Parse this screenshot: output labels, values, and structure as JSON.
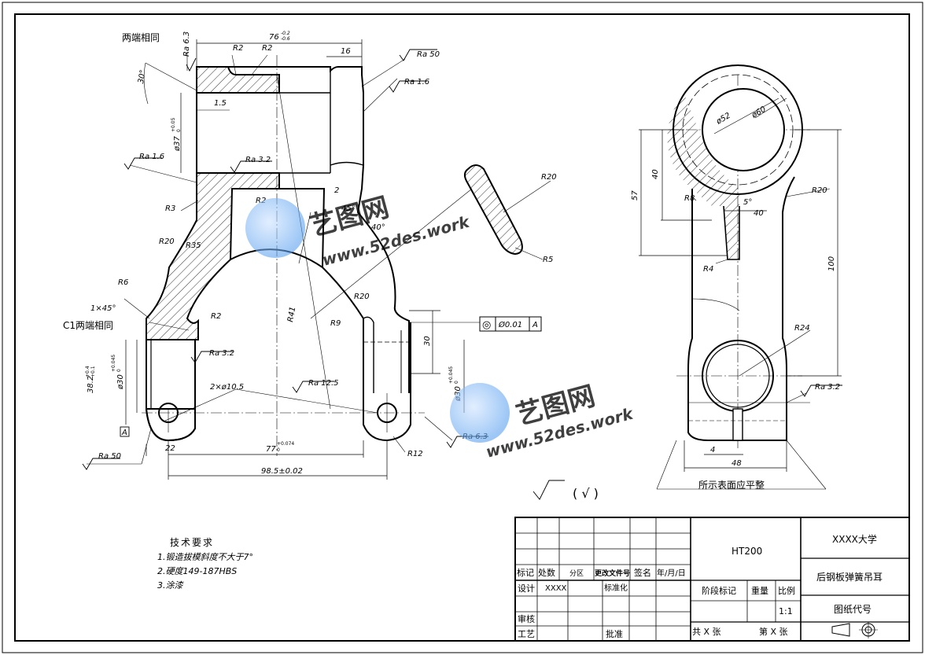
{
  "labels": {
    "both_ends_same": "两端相同",
    "c1_both_ends_same": "C1两端相同",
    "surface_flat": "所示表面应平整"
  },
  "roughness": {
    "ra63_top": "Ra 6.3",
    "ra50_top": "Ra 50",
    "ra16_right": "Ra 1.6",
    "ra16_left": "Ra 1.6",
    "ra32_bore": "Ra 3.2",
    "ra32_lower": "Ra 3.2",
    "ra125": "Ra 12.5",
    "ra63_bottom": "Ra 6.3",
    "ra50_bottom": "Ra 50",
    "ra32_side": "Ra 3.2"
  },
  "dims": {
    "overall_top": "76",
    "overall_top_upper": "-0.2",
    "overall_top_lower": "-0.6",
    "d16": "16",
    "r2_a": "R2",
    "r2_b": "R2",
    "r2_c": "R2",
    "r2_d": "R2",
    "angle30": "30°",
    "d15": "1.5",
    "phi37": "ø37",
    "phi37_tol": "+0.05",
    "phi37_tol0": "0",
    "r3": "R3",
    "d2": "2",
    "a45": "45°",
    "a40": "40°",
    "r20_a": "R20",
    "r35": "R35",
    "r6": "R6",
    "chamfer": "1×45°",
    "r41": "R41",
    "r20_b": "R20",
    "r9": "R9",
    "d30": "30",
    "phi30_left": "ø30",
    "phi30_left_tol": "+0.045",
    "phi30_left_tol0": "0",
    "d38": "38.2",
    "d38_tol": "+0.4",
    "d38_tol0": "+0.1",
    "holes": "2×ø10.5",
    "phi30_right": "ø30",
    "phi30_right_tol": "+0.045",
    "phi30_right_tol0": "0",
    "d22": "22",
    "d77": "77",
    "d77_tol": "+0.074",
    "d77_tol0": "0",
    "r12": "R12",
    "d985": "98.5±0.02",
    "datum_a": "A",
    "r20_sec": "R20",
    "r5": "R5",
    "phi52": "ø52",
    "phi60": "ø60",
    "d57": "57",
    "d40_v": "40",
    "r8": "R8",
    "a5": "5°",
    "d40_h": "40",
    "r20_side": "R20",
    "r4": "R4",
    "d100": "100",
    "r24": "R24",
    "d4": "4",
    "d48": "48"
  },
  "tolerance_frame": {
    "symbol": "◎",
    "value": "Ø0.01",
    "datum": "A"
  },
  "general_roughness": {
    "paren": "( √ )"
  },
  "tech_req": {
    "title": "技术要求",
    "line1": "1.锻造拔模斜度不大于7°",
    "line2": "2.硬度149-187HBS",
    "line3": "3.涂漆"
  },
  "title_block": {
    "h_mark": "标记",
    "h_count": "处数",
    "h_zone": "分区",
    "h_docno": "更改文件号",
    "h_sign": "签名",
    "h_date": "年/月/日",
    "design": "设计",
    "designer": "XXXX",
    "standard": "标准化",
    "review": "审核",
    "process": "工艺",
    "approve": "批准",
    "material": "HT200",
    "stage": "阶段标记",
    "weight": "重量",
    "ratio": "比例",
    "scale": "1:1",
    "total_sheets": "共 X 张",
    "sheet_no": "第 X 张",
    "school": "XXXX大学",
    "part_name": "后钢板弹簧吊耳",
    "drawing_no": "图纸代号"
  },
  "watermark": {
    "brand": "艺图网",
    "url": "www.52des.work"
  }
}
